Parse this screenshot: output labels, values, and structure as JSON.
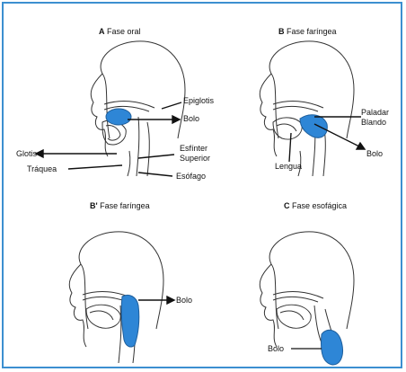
{
  "panels": {
    "a": {
      "letter": "A",
      "title": "Fase oral"
    },
    "b": {
      "letter": "B",
      "title": "Fase faríngea"
    },
    "b2": {
      "letter": "B'",
      "title": "Fase faríngea"
    },
    "c": {
      "letter": "C",
      "title": "Fase esofágica"
    }
  },
  "labels": {
    "epiglotis": "Epiglotis",
    "bolo": "Bolo",
    "esfinter_line1": "Esfínter",
    "esfinter_line2": "Superior",
    "glotis": "Glotis",
    "traquea": "Tráquea",
    "esofago": "Esófago",
    "paladar_line1": "Paladar",
    "paladar_line2": "Blando",
    "bolo_b": "Bolo",
    "lengua": "Lengua",
    "bolo_b2": "Bolo",
    "bolo_c": "Bolo"
  },
  "colors": {
    "border": "#3c8fd0",
    "bolus": "#2e86d6",
    "outline": "#333333"
  }
}
